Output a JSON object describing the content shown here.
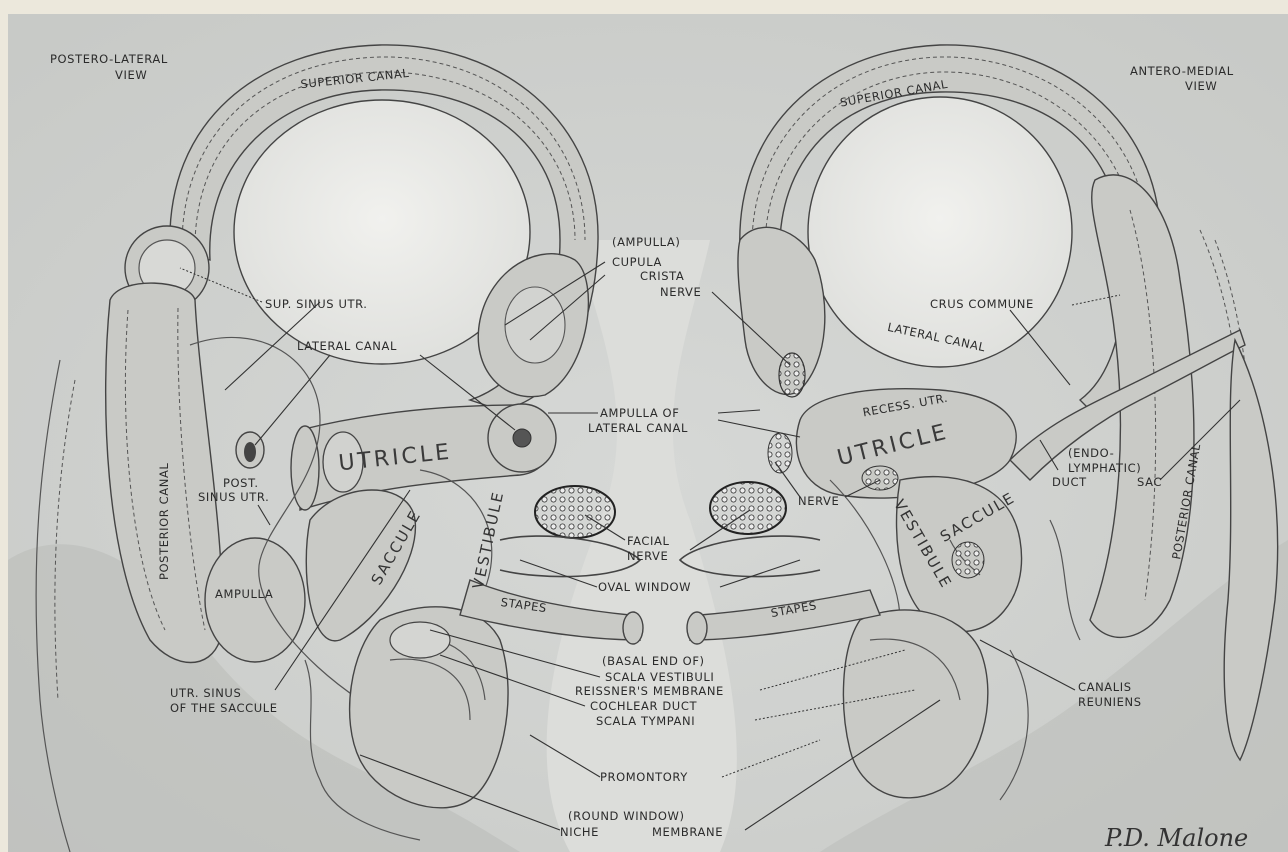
{
  "views": {
    "left": [
      "POSTERO-LATERAL",
      "VIEW"
    ],
    "right": [
      "ANTERO-MEDIAL",
      "VIEW"
    ]
  },
  "structures": {
    "superior_canal": "SUPERIOR CANAL",
    "utricle": "UTRICLE",
    "saccule": "SACCULE",
    "vestibule": "VESTIBULE",
    "posterior_canal": "POSTERIOR CANAL",
    "lateral_canal": "LATERAL CANAL",
    "stapes": "STAPES",
    "ampulla": "AMPULLA",
    "recess_utr": "RECESS. UTR."
  },
  "labels": {
    "ampulla_header": "(AMPULLA)",
    "cupula": "CUPULA",
    "crista": "CRISTA",
    "nerve": "NERVE",
    "sup_sinus_utr": "SUP. SINUS UTR.",
    "lateral_canal": "LATERAL CANAL",
    "crus_commune": "CRUS COMMUNE",
    "ampulla_of": "AMPULLA OF",
    "lateral_canal_2": "LATERAL CANAL",
    "post_sinus_utr": [
      "POST.",
      "SINUS UTR."
    ],
    "endolymphatic": [
      "(ENDO-",
      "LYMPHATIC)"
    ],
    "duct": "DUCT",
    "sac": "SAC",
    "nerve_2": "NERVE",
    "facial_nerve": [
      "FACIAL",
      "NERVE"
    ],
    "oval_window": "OVAL WINDOW",
    "basal_end_of": "(BASAL END OF)",
    "scala_vestibuli": "SCALA VESTIBULI",
    "reissners_membrane": "REISSNER'S MEMBRANE",
    "cochlear_duct": "COCHLEAR DUCT",
    "scala_tympani": "SCALA TYMPANI",
    "canalis_reuniens": [
      "CANALIS",
      "REUNIENS"
    ],
    "utr_sinus": [
      "UTR. SINUS",
      "OF THE SACCULE"
    ],
    "promontory": "PROMONTORY",
    "round_window": "(ROUND WINDOW)",
    "niche": "NICHE",
    "membrane": "MEMBRANE"
  },
  "signature": "P.D. Malone"
}
